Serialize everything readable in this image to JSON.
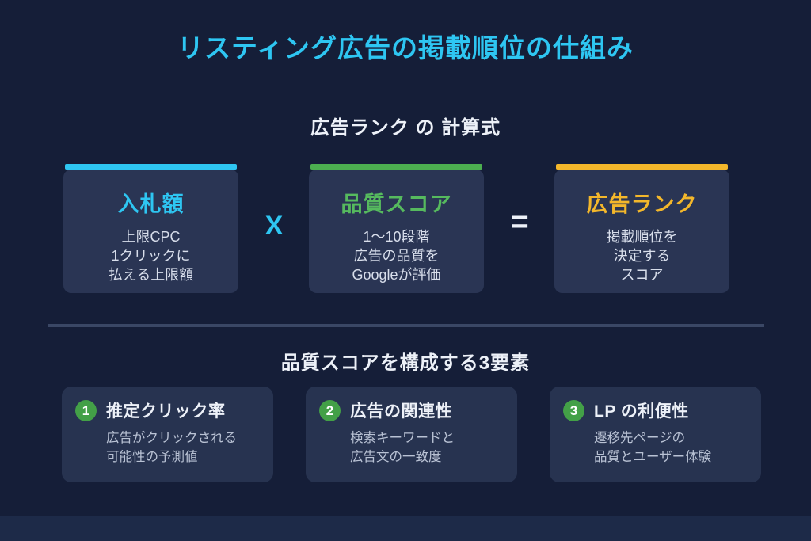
{
  "colors": {
    "background": "#151E38",
    "footer_band": "#1D2A48",
    "card_top": "#2A3554",
    "card_bottom": "#273350",
    "cyan": "#2EC6F2",
    "green": "#4CAF50",
    "green_text": "#56BA5E",
    "yellow": "#F3B72B",
    "white_text": "#EDF1F8",
    "body_text": "#D8DEEB",
    "muted_text": "#B9C2D4",
    "divider": "#3A4765",
    "badge_green": "#43A047"
  },
  "title": "リスティング広告の掲載順位の仕組み",
  "formula_section": {
    "heading": "広告ランク の 計算式",
    "operators": {
      "multiply": "X",
      "equals": "="
    },
    "cards": [
      {
        "title": "入札額",
        "accent": "cyan",
        "lines": [
          "上限CPC",
          "1クリックに",
          "払える上限額"
        ]
      },
      {
        "title": "品質スコア",
        "accent": "green",
        "lines": [
          "1〜10段階",
          "広告の品質を",
          "Googleが評価"
        ]
      },
      {
        "title": "広告ランク",
        "accent": "yellow",
        "lines": [
          "掲載順位を",
          "決定する",
          "スコア"
        ]
      }
    ]
  },
  "factors_section": {
    "heading": "品質スコアを構成する3要素",
    "items": [
      {
        "number": "1",
        "title": "推定クリック率",
        "lines": [
          "広告がクリックされる",
          "可能性の予測値"
        ]
      },
      {
        "number": "2",
        "title": "広告の関連性",
        "lines": [
          "検索キーワードと",
          "広告文の一致度"
        ]
      },
      {
        "number": "3",
        "title": "LP の利便性",
        "lines": [
          "遷移先ページの",
          "品質とユーザー体験"
        ]
      }
    ]
  }
}
